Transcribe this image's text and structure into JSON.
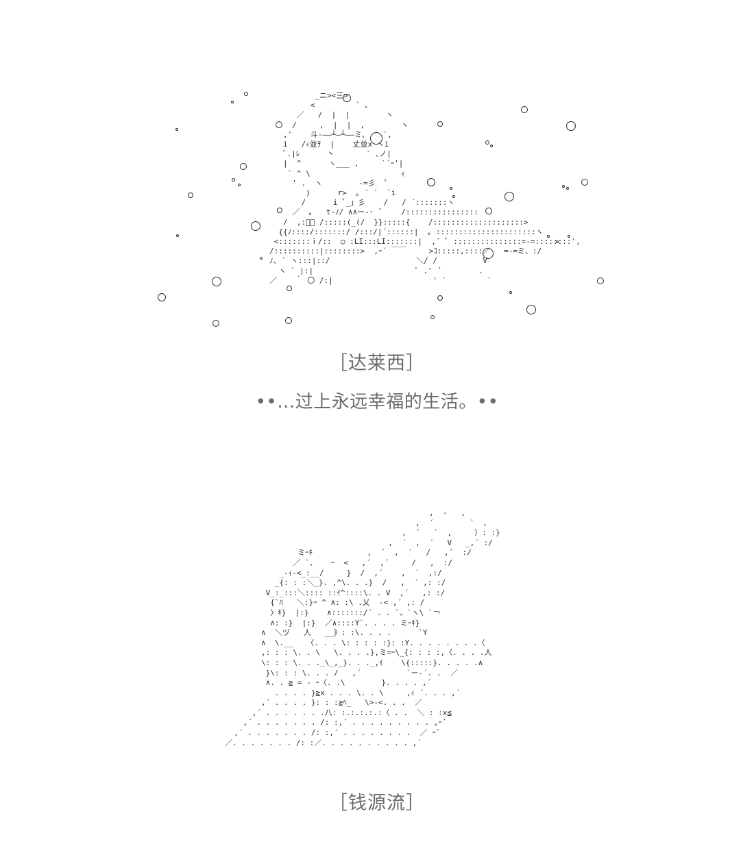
{
  "figures": [
    {
      "name_label": "［达莱西］",
      "caption": "••…过上永远幸福的生活。••",
      "icon": "snowfall-figure-art"
    },
    {
      "name_label": "［钱源流］",
      "icon": "bird-rider-figure-art"
    }
  ],
  "colors": {
    "line_art": "#2a2a2a",
    "caption_text": "#6a6a6a",
    "background": "#ffffff"
  }
}
